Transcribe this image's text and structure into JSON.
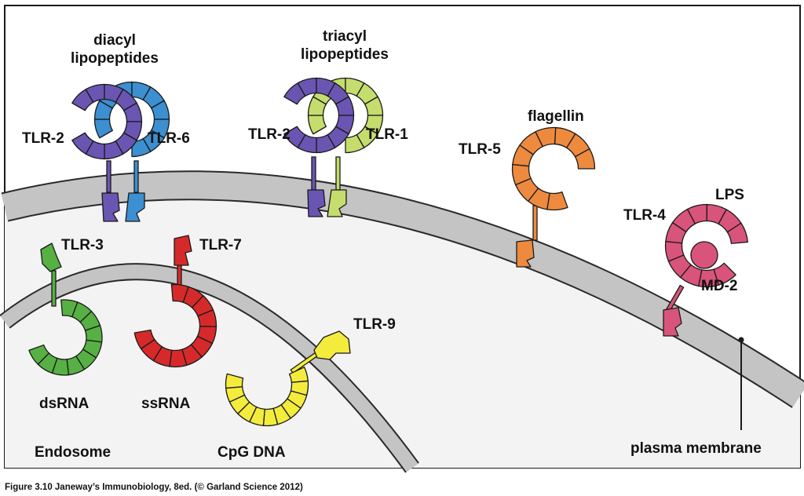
{
  "colors": {
    "frame": "#1a1a1a",
    "membrane_fill": "#c4c4c4",
    "membrane_stroke": "#2a2a2a",
    "cell_interior": "#f3f3f3",
    "tlr2": "#6b55b3",
    "tlr6": "#3c8fd1",
    "tlr1": "#c5dd6c",
    "tlr5": "#ee8a3e",
    "tlr4": "#d9547a",
    "tlr3": "#57b043",
    "tlr7": "#d62a2a",
    "tlr9": "#f4ec3c"
  },
  "labels": {
    "diacyl": [
      "diacyl",
      "lipopeptides"
    ],
    "triacyl": [
      "triacyl",
      "lipopeptides"
    ],
    "tlr2_left": "TLR-2",
    "tlr6": "TLR-6",
    "tlr2_right": "TLR-2",
    "tlr1": "TLR-1",
    "flagellin": "flagellin",
    "tlr5": "TLR-5",
    "lps": "LPS",
    "tlr4": "TLR-4",
    "md2": "MD-2",
    "tlr3": "TLR-3",
    "tlr7": "TLR-7",
    "tlr9": "TLR-9",
    "dsrna": "dsRNA",
    "ssrna": "ssRNA",
    "cpg": "CpG DNA",
    "endosome": "Endosome",
    "plasma_membrane": "plasma membrane"
  },
  "caption": "Figure 3.10  Janeway’s Immunobiology, 8ed. (© Garland Science 2012)"
}
